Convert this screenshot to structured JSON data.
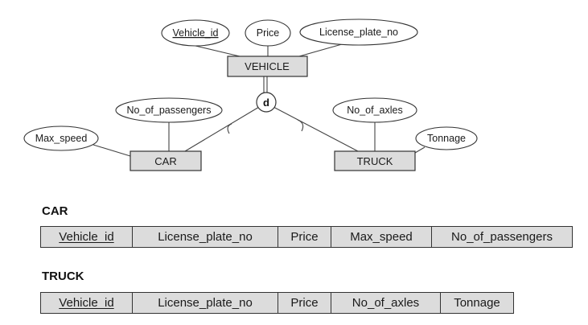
{
  "diagram": {
    "entities": {
      "vehicle": "VEHICLE",
      "car": "CAR",
      "truck": "TRUCK"
    },
    "attributes": {
      "vehicle_id": "Vehicle_id",
      "price": "Price",
      "license_plate_no": "License_plate_no",
      "no_of_passengers": "No_of_passengers",
      "max_speed": "Max_speed",
      "no_of_axles": "No_of_axles",
      "tonnage": "Tonnage"
    },
    "specialization": "d"
  },
  "tables": {
    "car": {
      "title": "CAR",
      "columns": [
        "Vehicle_id",
        "License_plate_no",
        "Price",
        "Max_speed",
        "No_of_passengers"
      ]
    },
    "truck": {
      "title": "TRUCK",
      "columns": [
        "Vehicle_id",
        "License_plate_no",
        "Price",
        "No_of_axles",
        "Tonnage"
      ]
    }
  }
}
